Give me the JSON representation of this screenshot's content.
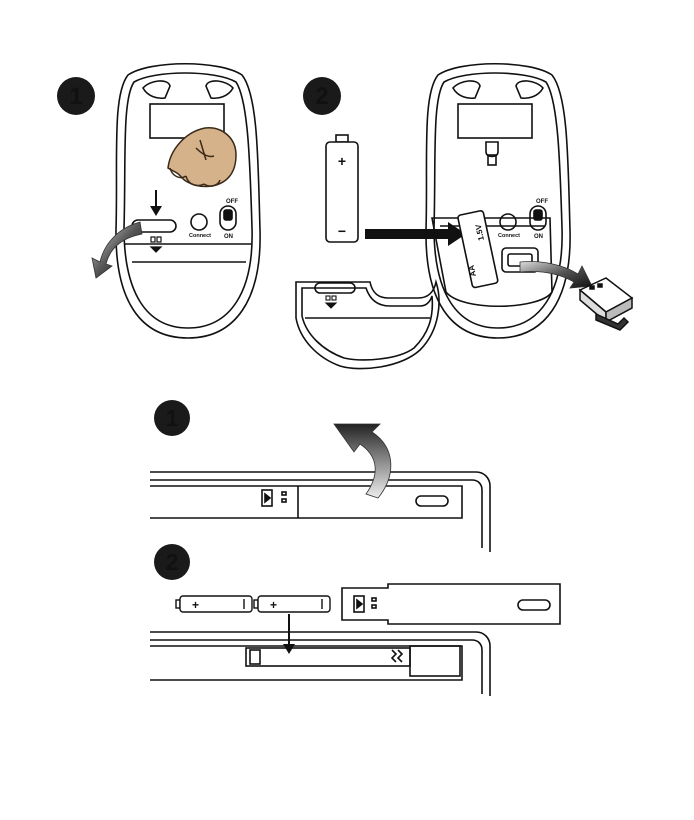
{
  "mouse_section": {
    "step1_number": "1",
    "step2_number": "2",
    "switch_off_label": "OFF",
    "switch_on_label": "ON",
    "connect_label": "Connect",
    "battery_plus": "+",
    "battery_minus": "−",
    "battery_label_voltage": "1.5V",
    "battery_label_size": "AA"
  },
  "keyboard_section": {
    "step1_number": "1",
    "step2_number": "2",
    "battery_plus": "+"
  },
  "colors": {
    "step_badge": "#1a1a1a",
    "hand_skin": "#d6b28a",
    "arrow_fill": "#222222",
    "line": "#111111"
  },
  "icons": [
    "press-hand-icon",
    "curved-arrow-icon",
    "battery-icon",
    "usb-receiver-icon",
    "unlock-icon"
  ]
}
